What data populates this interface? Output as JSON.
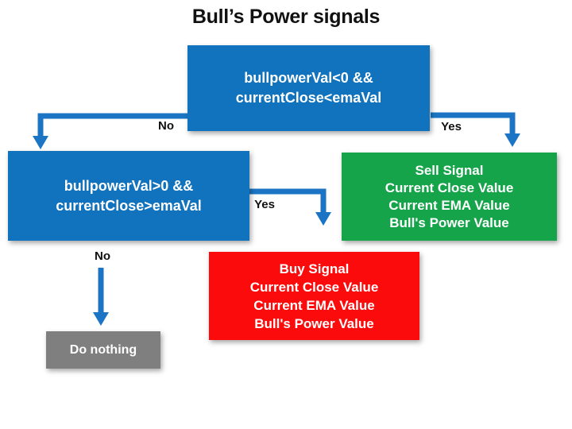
{
  "title": "Bull’s Power signals",
  "colors": {
    "blue": "#1173BD",
    "green": "#16A44A",
    "red": "#FB0B0B",
    "gray": "#7F7F7F",
    "arrow": "#1C75C4",
    "label": "#111111",
    "box_text": "#FFFFFF",
    "background": "#FFFFFF"
  },
  "flowchart": {
    "decision_top": {
      "lines": [
        "bullpowerVal<0 &&",
        "currentClose<emaVal"
      ]
    },
    "decision_left": {
      "lines": [
        "bullpowerVal>0 &&",
        "currentClose>emaVal"
      ]
    },
    "sell_box": {
      "lines": [
        "Sell Signal",
        "Current Close Value",
        "Current EMA Value",
        "Bull's Power Value"
      ]
    },
    "buy_box": {
      "lines": [
        "Buy Signal",
        "Current Close Value",
        "Current EMA Value",
        "Bull's Power Value"
      ]
    },
    "do_nothing_box": {
      "label": "Do nothing"
    },
    "edge_labels": {
      "top_no": "No",
      "top_yes": "Yes",
      "left_yes": "Yes",
      "left_no": "No"
    }
  }
}
